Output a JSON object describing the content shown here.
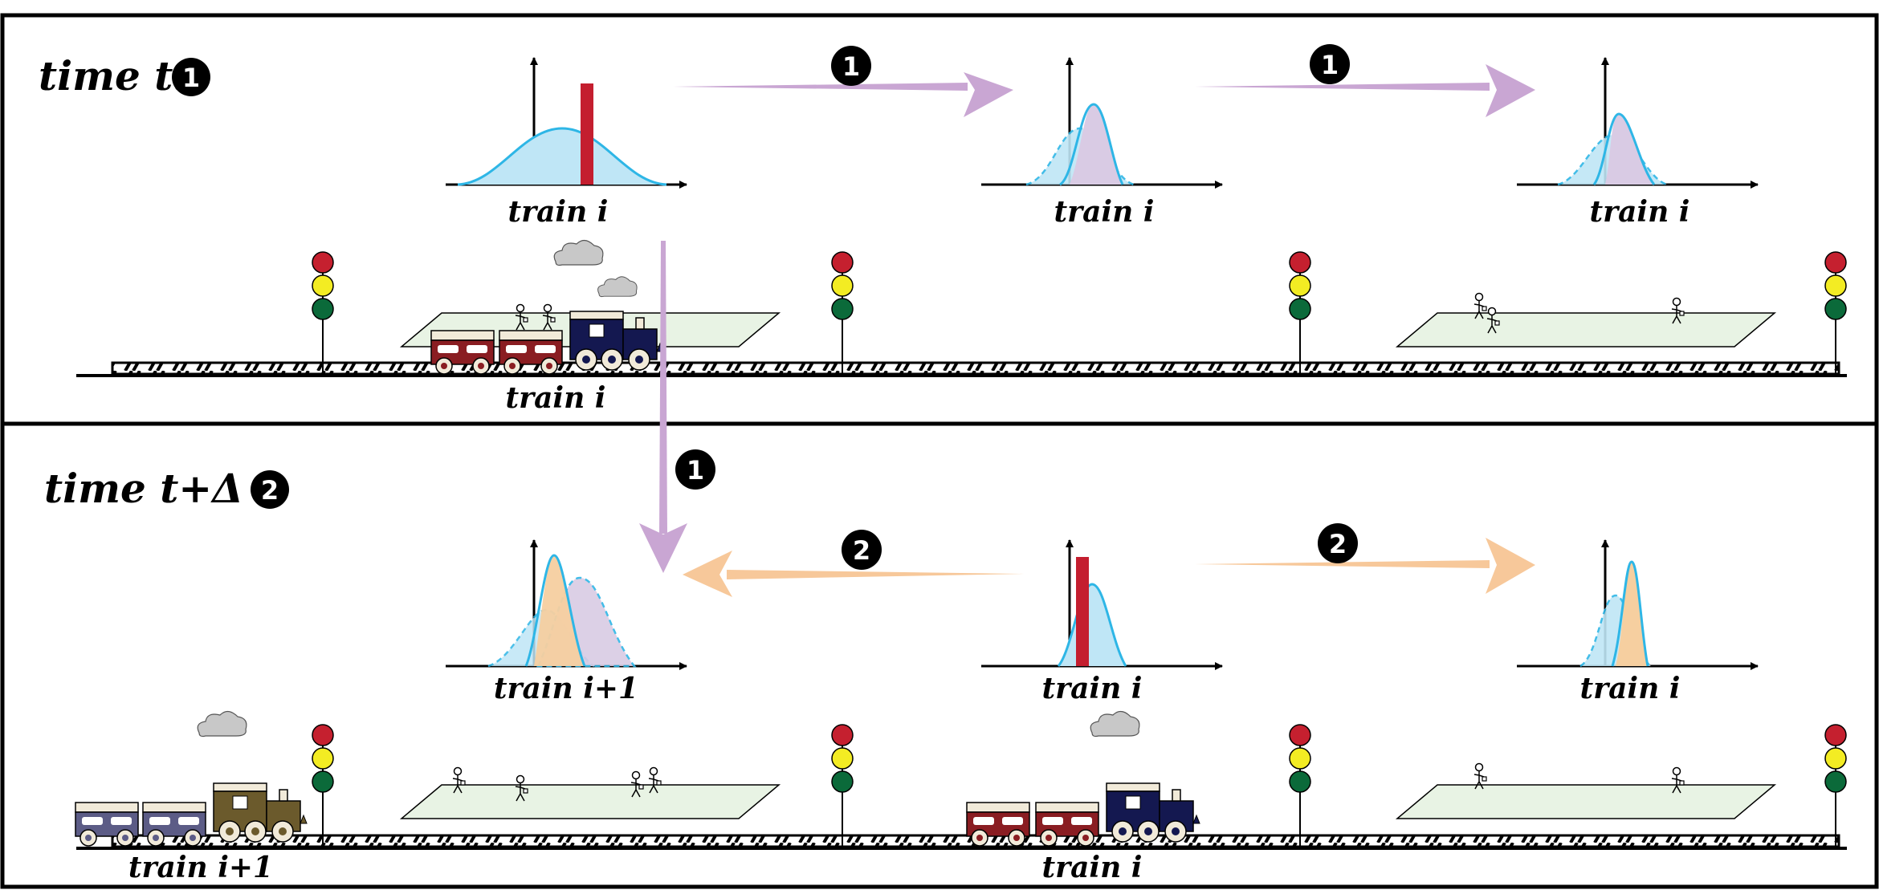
{
  "colors": {
    "panel_border": "#000000",
    "purple_arrow": "#c9a6d3",
    "orange_arrow": "#f7c89a",
    "dist_blue_line": "#2eb6e6",
    "dist_blue_fill": "#bfe6f6",
    "dist_purple_fill": "#d9cbe4",
    "dist_orange_fill": "#f6cfa0",
    "observation_bar": "#c41e2f",
    "platform_fill": "#e8f3e4",
    "light_red": "#c5202f",
    "light_yellow": "#f3ec23",
    "light_green": "#0b6a3a",
    "car_red": "#8a1d22",
    "loco_navy": "#141850",
    "car_slate": "#5c5c86",
    "loco_olive": "#6b5a2c",
    "smoke": "#c8c8c8"
  },
  "panel_top": {
    "title": "time t:",
    "title_badge": "1",
    "flow_badges": [
      "1",
      "1"
    ],
    "plot_labels": [
      "train i",
      "train i",
      "train i"
    ],
    "track_train_label": "train i"
  },
  "panel_bottom": {
    "title": "time t+Δ t:",
    "title_badge": "2",
    "cross_badge": "1",
    "flow_badges": [
      "2",
      "2"
    ],
    "plot_labels": [
      "train i+1",
      "train i",
      "train i"
    ],
    "track_train_labels": [
      "train i+1",
      "train i"
    ]
  }
}
